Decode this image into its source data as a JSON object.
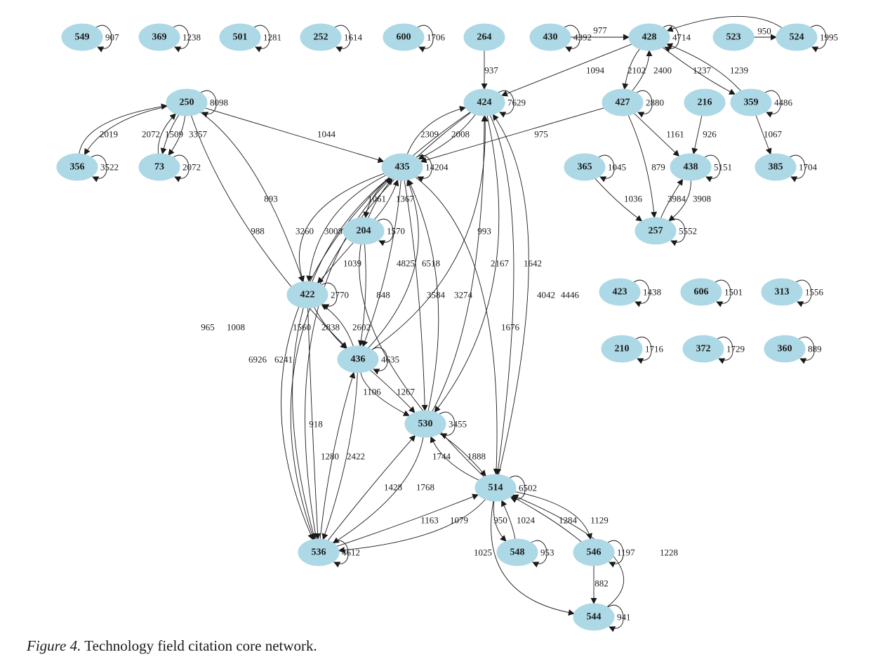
{
  "caption": {
    "label": "Figure 4.",
    "text": "Technology field citation core network."
  },
  "colors": {
    "node_fill": "#add8e6",
    "edge": "#1a1a1a"
  },
  "graph": {
    "nodes": [
      {
        "id": "549",
        "self_loop": "907"
      },
      {
        "id": "369",
        "self_loop": "1238"
      },
      {
        "id": "501",
        "self_loop": "1281"
      },
      {
        "id": "252",
        "self_loop": "1614"
      },
      {
        "id": "600",
        "self_loop": "1706"
      },
      {
        "id": "264",
        "self_loop": ""
      },
      {
        "id": "430",
        "self_loop": "4392"
      },
      {
        "id": "428",
        "self_loop": "4714"
      },
      {
        "id": "523",
        "self_loop": ""
      },
      {
        "id": "524",
        "self_loop": "1995"
      },
      {
        "id": "250",
        "self_loop": "8098"
      },
      {
        "id": "424",
        "self_loop": "7629"
      },
      {
        "id": "427",
        "self_loop": "2880"
      },
      {
        "id": "216",
        "self_loop": ""
      },
      {
        "id": "359",
        "self_loop": "4486"
      },
      {
        "id": "356",
        "self_loop": "3522"
      },
      {
        "id": "73",
        "self_loop": "2072"
      },
      {
        "id": "435",
        "self_loop": "14204"
      },
      {
        "id": "365",
        "self_loop": "1045"
      },
      {
        "id": "438",
        "self_loop": "5151"
      },
      {
        "id": "385",
        "self_loop": "1704"
      },
      {
        "id": "204",
        "self_loop": "1570"
      },
      {
        "id": "257",
        "self_loop": "5552"
      },
      {
        "id": "422",
        "self_loop": "2770"
      },
      {
        "id": "423",
        "self_loop": "1438"
      },
      {
        "id": "606",
        "self_loop": "1501"
      },
      {
        "id": "313",
        "self_loop": "1556"
      },
      {
        "id": "436",
        "self_loop": "4635"
      },
      {
        "id": "210",
        "self_loop": "1716"
      },
      {
        "id": "372",
        "self_loop": "1729"
      },
      {
        "id": "360",
        "self_loop": "889"
      },
      {
        "id": "530",
        "self_loop": "3455"
      },
      {
        "id": "514",
        "self_loop": "6502"
      },
      {
        "id": "536",
        "self_loop": "4612"
      },
      {
        "id": "548",
        "self_loop": "953"
      },
      {
        "id": "546",
        "self_loop": "1197"
      },
      {
        "id": "544",
        "self_loop": "941"
      }
    ],
    "edges": [
      {
        "from": "264",
        "to": "424",
        "label": "937"
      },
      {
        "from": "430",
        "to": "428",
        "label": "977"
      },
      {
        "from": "523",
        "to": "524",
        "label": "950"
      },
      {
        "from": "524",
        "to": "428",
        "label": ""
      },
      {
        "from": "428",
        "to": "424",
        "label": "1094"
      },
      {
        "from": "428",
        "to": "427",
        "label": "2102"
      },
      {
        "from": "427",
        "to": "428",
        "label": "2400"
      },
      {
        "from": "428",
        "to": "359",
        "label": "1237"
      },
      {
        "from": "359",
        "to": "428",
        "label": "1239"
      },
      {
        "from": "359",
        "to": "385",
        "label": "1067"
      },
      {
        "from": "216",
        "to": "438",
        "label": "926"
      },
      {
        "from": "427",
        "to": "438",
        "label": "1161"
      },
      {
        "from": "427",
        "to": "435",
        "label": "975"
      },
      {
        "from": "427",
        "to": "257",
        "label": "879"
      },
      {
        "from": "365",
        "to": "257",
        "label": "1036"
      },
      {
        "from": "257",
        "to": "438",
        "label": "3984"
      },
      {
        "from": "438",
        "to": "257",
        "label": "3908"
      },
      {
        "from": "250",
        "to": "356",
        "label": "2019"
      },
      {
        "from": "356",
        "to": "250",
        "label": ""
      },
      {
        "from": "73",
        "to": "250",
        "label": "2072"
      },
      {
        "from": "250",
        "to": "73",
        "label": "1509"
      },
      {
        "from": "250",
        "to": "73",
        "label": "3357"
      },
      {
        "from": "250",
        "to": "435",
        "label": "1044"
      },
      {
        "from": "250",
        "to": "422",
        "label": "893"
      },
      {
        "from": "250",
        "to": "436",
        "label": "988"
      },
      {
        "from": "435",
        "to": "424",
        "label": "2309"
      },
      {
        "from": "424",
        "to": "435",
        "label": "2008"
      },
      {
        "from": "435",
        "to": "204",
        "label": "1061"
      },
      {
        "from": "204",
        "to": "435",
        "label": "1367"
      },
      {
        "from": "435",
        "to": "422",
        "label": "3260"
      },
      {
        "from": "435",
        "to": "422",
        "label": "3008"
      },
      {
        "from": "204",
        "to": "422",
        "label": "1039"
      },
      {
        "from": "204",
        "to": "436",
        "label": "848"
      },
      {
        "from": "435",
        "to": "436",
        "label": "4825"
      },
      {
        "from": "436",
        "to": "435",
        "label": "6518"
      },
      {
        "from": "436",
        "to": "424",
        "label": "993"
      },
      {
        "from": "435",
        "to": "530",
        "label": "3584"
      },
      {
        "from": "530",
        "to": "435",
        "label": "3274"
      },
      {
        "from": "530",
        "to": "424",
        "label": "2167"
      },
      {
        "from": "424",
        "to": "530",
        "label": "1642"
      },
      {
        "from": "424",
        "to": "514",
        "label": "4042"
      },
      {
        "from": "514",
        "to": "424",
        "label": "4446"
      },
      {
        "from": "435",
        "to": "514",
        "label": "1676"
      },
      {
        "from": "422",
        "to": "436",
        "label": "2838"
      },
      {
        "from": "436",
        "to": "422",
        "label": "2602"
      },
      {
        "from": "514",
        "to": "435",
        "label": "1560"
      },
      {
        "from": "422",
        "to": "536",
        "label": "918"
      },
      {
        "from": "424",
        "to": "536",
        "label": "965"
      },
      {
        "from": "424",
        "to": "536",
        "label": "1008"
      },
      {
        "from": "435",
        "to": "536",
        "label": "6926"
      },
      {
        "from": "536",
        "to": "435",
        "label": "6241"
      },
      {
        "from": "436",
        "to": "530",
        "label": "1106"
      },
      {
        "from": "436",
        "to": "530",
        "label": "1267"
      },
      {
        "from": "536",
        "to": "436",
        "label": "1280"
      },
      {
        "from": "436",
        "to": "536",
        "label": "2422"
      },
      {
        "from": "536",
        "to": "530",
        "label": "1428"
      },
      {
        "from": "530",
        "to": "536",
        "label": "1768"
      },
      {
        "from": "514",
        "to": "530",
        "label": "1744"
      },
      {
        "from": "530",
        "to": "514",
        "label": "1888"
      },
      {
        "from": "536",
        "to": "514",
        "label": "1163"
      },
      {
        "from": "514",
        "to": "536",
        "label": "1079"
      },
      {
        "from": "514",
        "to": "548",
        "label": "950"
      },
      {
        "from": "548",
        "to": "514",
        "label": "1024"
      },
      {
        "from": "546",
        "to": "514",
        "label": "1284"
      },
      {
        "from": "514",
        "to": "546",
        "label": "1129"
      },
      {
        "from": "514",
        "to": "544",
        "label": "1025"
      },
      {
        "from": "546",
        "to": "544",
        "label": "882"
      },
      {
        "from": "544",
        "to": "514",
        "label": "1228"
      }
    ]
  }
}
